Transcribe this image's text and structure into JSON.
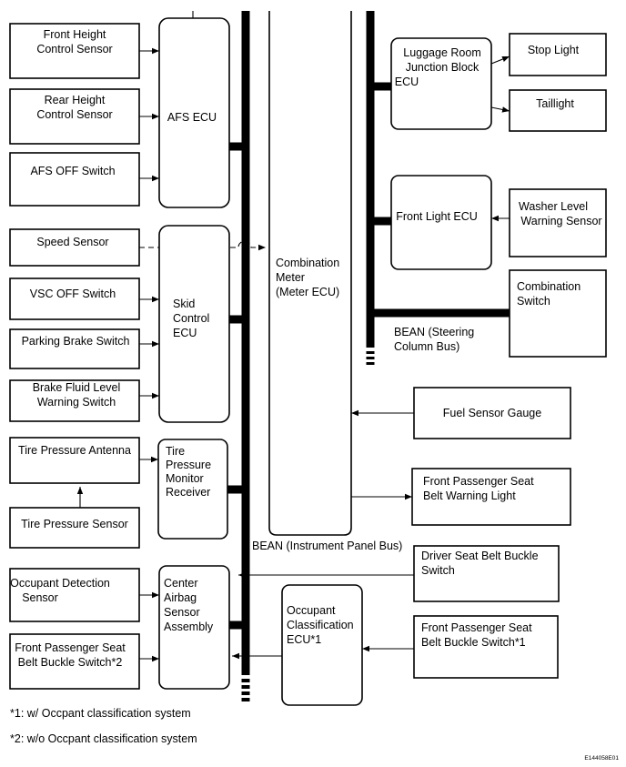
{
  "components": {
    "front_height_sensor": [
      "Front Height",
      "Control Sensor"
    ],
    "rear_height_sensor": [
      "Rear Height",
      "Control Sensor"
    ],
    "afs_off_switch": [
      "AFS OFF Switch"
    ],
    "afs_ecu": [
      "AFS ECU"
    ],
    "speed_sensor": [
      "Speed Sensor"
    ],
    "vsc_off_switch": [
      "VSC OFF Switch"
    ],
    "parking_brake_switch": [
      "Parking Brake Switch"
    ],
    "brake_fluid_switch": [
      "Brake Fluid Level",
      "Warning Switch"
    ],
    "skid_control_ecu": [
      "Skid",
      "Control",
      "ECU"
    ],
    "tire_pressure_antenna": [
      "Tire Pressure Antenna"
    ],
    "tire_pressure_sensor": [
      "Tire Pressure Sensor"
    ],
    "tire_pressure_receiver": [
      "Tire",
      "Pressure",
      "Monitor",
      "Receiver"
    ],
    "occupant_detection_sensor": [
      "Occupant Detection",
      "Sensor"
    ],
    "fp_seat_buckle_switch2": [
      "Front Passenger Seat",
      "Belt Buckle Switch*2"
    ],
    "center_airbag": [
      "Center",
      "Airbag",
      "Sensor",
      "Assembly"
    ],
    "combination_meter": [
      "Combination",
      "Meter",
      "(Meter ECU)"
    ],
    "occupant_classification_ecu": [
      "Occupant",
      "Classification",
      "ECU*1"
    ],
    "luggage_room_jb_ecu": [
      "Luggage Room",
      "Junction Block",
      "ECU"
    ],
    "stop_light": [
      "Stop Light"
    ],
    "taillight": [
      "Taillight"
    ],
    "front_light_ecu": [
      "Front Light ECU"
    ],
    "washer_level_sensor": [
      "Washer Level",
      "Warning Sensor"
    ],
    "combination_switch": [
      "Combination",
      "Switch"
    ],
    "fuel_sensor_gauge": [
      "Fuel Sensor Gauge"
    ],
    "fp_seat_belt_warning": [
      "Front Passenger Seat",
      "Belt Warning Light"
    ],
    "driver_seat_buckle_switch": [
      "Driver Seat Belt Buckle",
      "Switch"
    ],
    "fp_seat_buckle_switch1": [
      "Front Passenger Seat",
      "Belt Buckle Switch*1"
    ]
  },
  "bus_labels": {
    "bean_steering": [
      "BEAN (Steering",
      "Column Bus)"
    ],
    "bean_instrument": [
      "BEAN (Instrument Panel Bus)"
    ]
  },
  "footnotes": {
    "note1": "*1: w/ Occpant classification system",
    "note2": "*2: w/o Occpant classification system"
  },
  "figure_code": "E144058E01"
}
